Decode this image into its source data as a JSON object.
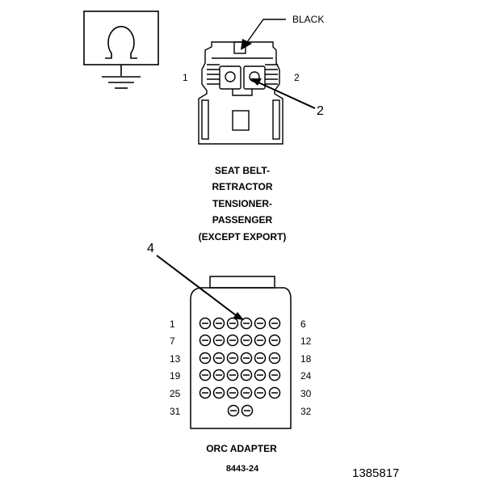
{
  "top_connector": {
    "wire_color_label": "BLACK",
    "pin_left_label": "1",
    "pin_right_label": "2",
    "callout_number": "2",
    "title_lines": [
      "SEAT BELT-",
      "RETRACTOR",
      "TENSIONER-",
      "PASSENGER",
      "(EXCEPT EXPORT)"
    ]
  },
  "bottom_connector": {
    "callout_number": "4",
    "left_pin_labels": [
      "1",
      "7",
      "13",
      "19",
      "25",
      "31"
    ],
    "right_pin_labels": [
      "6",
      "12",
      "18",
      "24",
      "30",
      "32"
    ],
    "title": "ORC ADAPTER",
    "part_number": "8443-24"
  },
  "figure_id": "1385817",
  "ground_symbol": "ground-symbol-icon"
}
